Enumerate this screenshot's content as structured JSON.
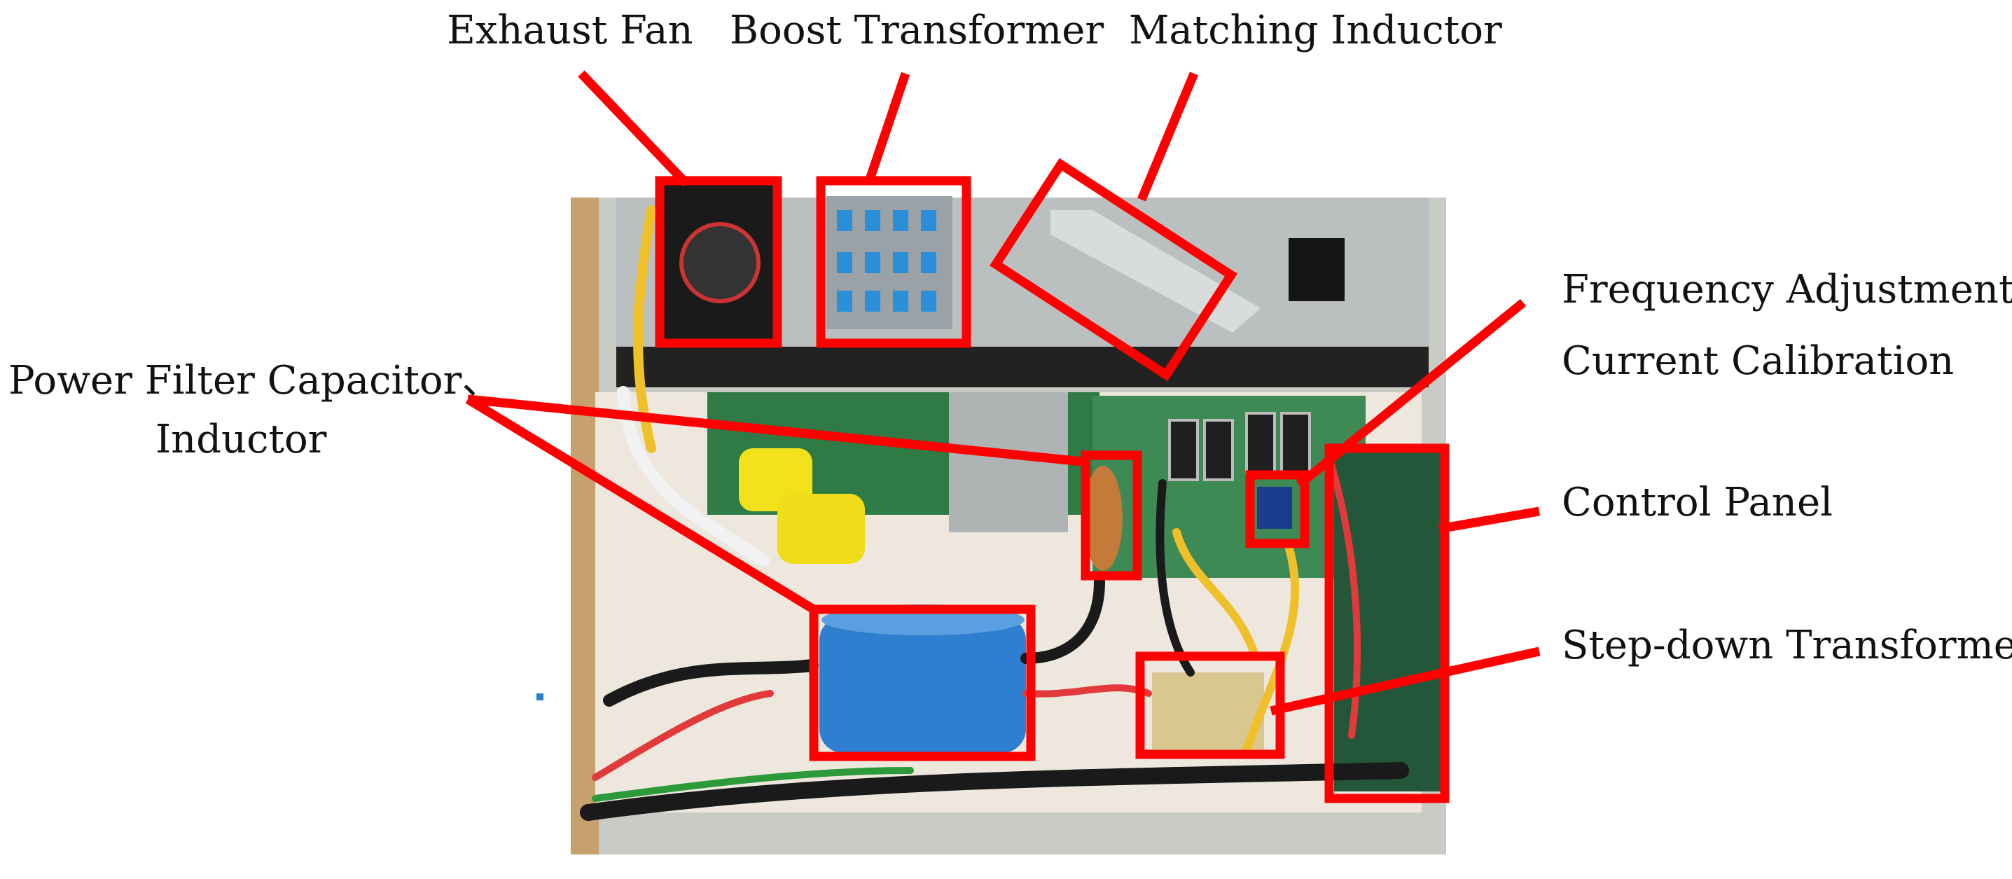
{
  "colors": {
    "annotation": "#ff0000",
    "case": "#c9ccc4",
    "tray": "#ede7de",
    "foam": "#222222",
    "pcb": "#2f7a45",
    "capacitor": "#2f7fd0",
    "filter_caps": "#f2e21b",
    "inductor_copper": "#c47a3a",
    "transformer": "#d8c78e",
    "wire_red": "#e23a3a",
    "wire_yellow": "#f0c02a",
    "wire_white": "#f2f2f2",
    "wire_black": "#1a1a1a"
  },
  "labels": {
    "exhaust_fan": "Exhaust Fan",
    "boost_transformer": "Boost Transformer",
    "matching_inductor": "Matching Inductor",
    "freq_line1": "Frequency Adjustment、",
    "freq_line2": "Current Calibration",
    "power_filter_line1": "Power Filter Capacitor、",
    "power_filter_line2": "Inductor",
    "control_panel": "Control Panel",
    "step_down_transformer": "Step-down Transformer"
  }
}
